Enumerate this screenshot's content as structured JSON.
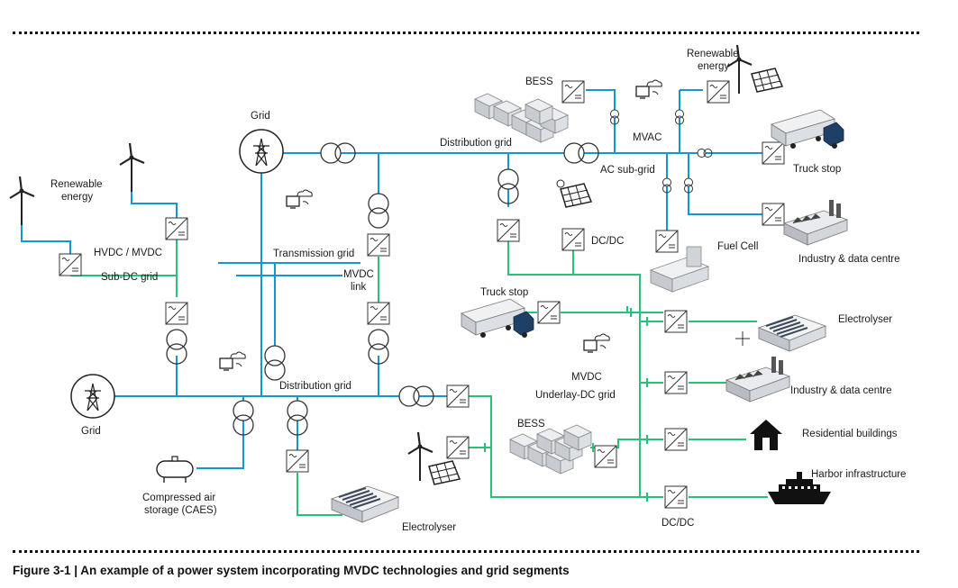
{
  "caption": "Figure 3-1 | An example of a power system incorporating MVDC technologies and grid segments",
  "labels": {
    "grid_top": "Grid",
    "grid_left": "Grid",
    "renewable_left": "Renewable energy",
    "renewable_left_1": "Renewable",
    "renewable_left_2": "energy",
    "renewable_top_1": "Renewable",
    "renewable_top_2": "energy",
    "hvdc": "HVDC / MVDC",
    "sub_dc": "Sub-DC grid",
    "transmission": "Transmission grid",
    "mvdc_link_1": "MVDC",
    "mvdc_link_2": "link",
    "distribution_top": "Distribution grid",
    "distribution_bottom": "Distribution grid",
    "bess_top": "BESS",
    "bess_mid": "BESS",
    "mvac": "MVAC",
    "ac_subgrid": "AC sub-grid",
    "dcdc_top": "DC/DC",
    "dcdc_bottom": "DC/DC",
    "fuel_cell": "Fuel Cell",
    "truck_stop_top": "Truck stop",
    "truck_stop_mid": "Truck stop",
    "industry_top": "Industry & data centre",
    "industry_mid": "Industry & data centre",
    "electrolyser_right": "Electrolyser",
    "electrolyser_bottom": "Electrolyser",
    "mvdc": "MVDC",
    "underlay": "Underlay-DC grid",
    "residential": "Residential buildings",
    "harbor": "Harbor infrastructure",
    "caes_1": "Compressed air",
    "caes_2": "storage (CAES)"
  },
  "colors": {
    "ac_line": "#1596d4",
    "dc_line": "#27c27a",
    "symbol": "#333333"
  },
  "icons": [
    "wind-turbine-icon",
    "solar-panel-icon",
    "grid-tower-icon",
    "cloud-monitor-icon",
    "battery-storage-icon",
    "truck-icon",
    "factory-icon",
    "electrolyser-icon",
    "house-icon",
    "ship-icon",
    "fuel-cell-icon",
    "gas-tank-icon",
    "transformer-icon",
    "converter-icon"
  ]
}
